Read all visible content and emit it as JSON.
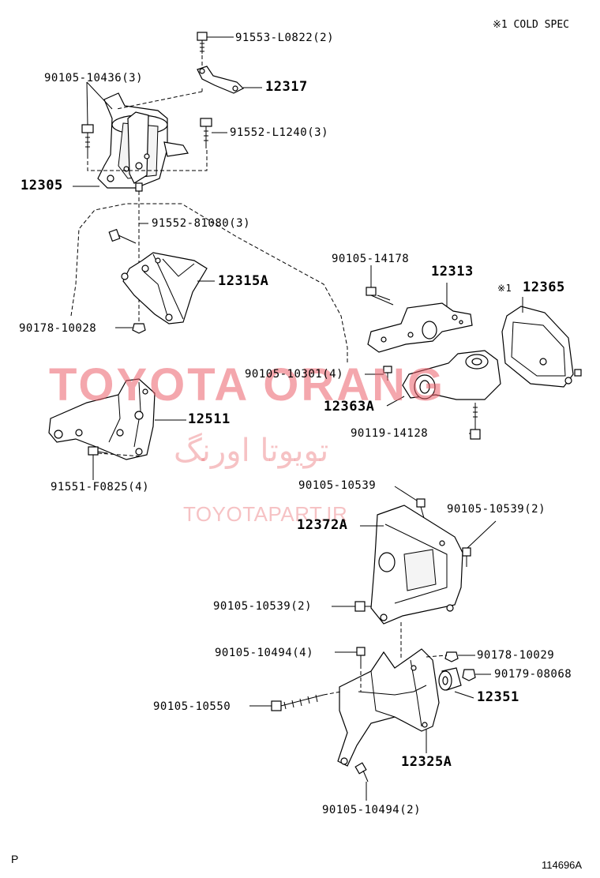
{
  "header": {
    "cold_spec_note": "※1 COLD SPEC"
  },
  "footer": {
    "page_letter": "P",
    "figure_id": "114696A"
  },
  "watermark": {
    "title": "TOYOTA ORANG",
    "farsi": "تویوتا اورنگ",
    "url": "TOYOTAPART.IR"
  },
  "callouts": {
    "p91553": "91553-L0822(2)",
    "p90105_10436": "90105-10436(3)",
    "p12317": "12317",
    "p91552_l1240": "91552-L1240(3)",
    "p12305": "12305",
    "p91552_81080": "91552-81080(3)",
    "p12315a": "12315A",
    "p90178_10028": "90178-10028",
    "p90105_14178": "90105-14178",
    "p12313": "12313",
    "p12365_mark": "※1",
    "p12365": "12365",
    "p90105_10301": "90105-10301(4)",
    "p12363a": "12363A",
    "p90119": "90119-14128",
    "p12511": "12511",
    "p91551": "91551-F0825(4)",
    "p90105_10539_a": "90105-10539",
    "p90105_10539_b": "90105-10539(2)",
    "p12372a": "12372A",
    "p90105_10539_c": "90105-10539(2)",
    "p90105_10494_a": "90105-10494(4)",
    "p90178_10029": "90178-10029",
    "p90179": "90179-08068",
    "p12351": "12351",
    "p90105_10550": "90105-10550",
    "p12325a": "12325A",
    "p90105_10494_b": "90105-10494(2)"
  }
}
